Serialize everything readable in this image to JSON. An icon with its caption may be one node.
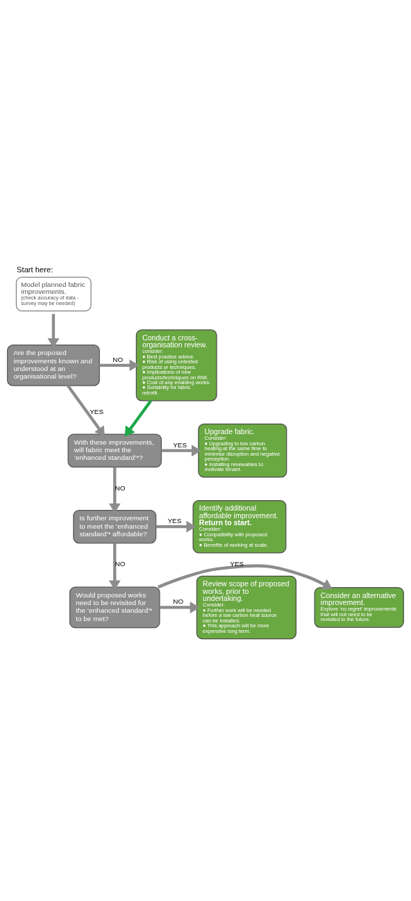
{
  "diagram": {
    "nodes": [
      {
        "text": [
          "Start here:",
          "Model planned fabric improvements.",
          "(check accuracy of data - survey may be needed)"
        ]
      },
      {
        "text": [
          "Are the proposed improvements known and understood at an organisational level?"
        ]
      },
      {
        "text": [
          "Conduct a cross-organisation review.",
          "consider:",
          "● Best practice advice.",
          "● Risk of using untested products or techniques.",
          "● Implications of new products/techniques on RMI.",
          "● Cost of any enabling works.",
          "● Suitability for fabric retrofit."
        ]
      },
      {
        "text": [
          "With these improvements, will fabric meet the ‘enhanced standard’*?"
        ]
      },
      {
        "text": [
          "Upgrade fabric.",
          "Consider:",
          "● Upgrading to low carbon heating at the same time to minimise disruption and negative perception.",
          "● Installing renewables to motivate tenant."
        ]
      },
      {
        "text": [
          "Is further improvement to meet the ‘enhanced standard’* affordable?"
        ]
      },
      {
        "text": [
          "Identify additional affordable improvement.",
          "Return to start.",
          "Consider:",
          "● Compatibility with proposed works.",
          "● Benefits of working at scale."
        ]
      },
      {
        "text": [
          "Would proposed works need to be revisited for the ‘enhanced standard’* to be met?"
        ]
      },
      {
        "text": [
          "Consider an alternative improvement.",
          "Explore ‘no regret’ improvements that will not need to be revisited in the future."
        ]
      },
      {
        "text": [
          "Review scope of proposed works, prior to undertaking.",
          "Consider:",
          "● Further work will be needed before a low carbon heat source can be installed.",
          "● This approach will be more expensive long term."
        ]
      }
    ],
    "edges": [
      {
        "from": 0,
        "to": 1,
        "arrow": "to"
      },
      {
        "from": 1,
        "to": 2,
        "arrow": "to",
        "label": "NO"
      },
      {
        "from": 1,
        "to": 3,
        "arrow": "to",
        "label": "YES"
      },
      {
        "from": 2,
        "to": 3,
        "arrow": "to",
        "color": "#1ea84a"
      },
      {
        "from": 3,
        "to": 4,
        "arrow": "to",
        "label": "YES"
      },
      {
        "from": 3,
        "to": 5,
        "arrow": "to",
        "label": "NO"
      },
      {
        "from": 5,
        "to": 6,
        "arrow": "to",
        "label": "YES"
      },
      {
        "from": 5,
        "to": 7,
        "arrow": "to",
        "label": "NO"
      },
      {
        "from": 7,
        "to": 8,
        "arrow": "to",
        "label": "YES"
      },
      {
        "from": 7,
        "to": 9,
        "arrow": "to",
        "label": "NO"
      }
    ]
  }
}
